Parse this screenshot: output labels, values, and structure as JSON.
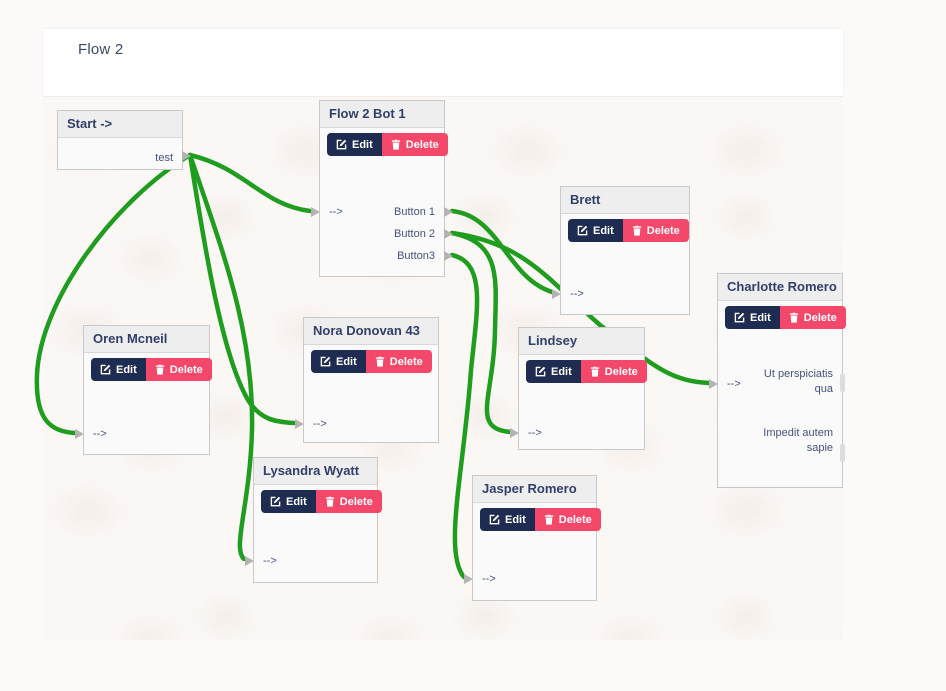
{
  "page": {
    "title": "Flow 2"
  },
  "labels": {
    "edit": "Edit",
    "delete": "Delete"
  },
  "colors": {
    "edge_green": "#1f9d1f",
    "edit_button": "#1f2c51",
    "delete_button": "#f4486b",
    "node_title_text": "#303f6b",
    "node_label_text": "#44527c",
    "canvas_background": "#faf7f5",
    "connector_gray": "#b3b3b3"
  },
  "nodes": {
    "start": {
      "title": "Start ->",
      "output": "test"
    },
    "bot": {
      "title": "Flow 2 Bot 1",
      "input": "-->",
      "outputs": [
        "Button 1",
        "Button 2",
        "Button3"
      ]
    },
    "brett": {
      "title": "Brett",
      "input": "-->"
    },
    "charlotte": {
      "title": "Charlotte Romero",
      "input": "-->",
      "outputs": [
        "Ut perspiciatis qua",
        "Impedit autem sapie"
      ]
    },
    "oren": {
      "title": "Oren Mcneil",
      "input": "-->"
    },
    "nora": {
      "title": "Nora Donovan 43",
      "input": "-->"
    },
    "lindsey": {
      "title": "Lindsey",
      "input": "-->"
    },
    "lysandra": {
      "title": "Lysandra Wyatt",
      "input": "-->"
    },
    "jasper": {
      "title": "Jasper Romero",
      "input": "-->"
    }
  },
  "edges": [
    {
      "from": "start.test",
      "to": "bot.input"
    },
    {
      "from": "start.test",
      "to": "oren.input"
    },
    {
      "from": "start.test",
      "to": "nora.input"
    },
    {
      "from": "start.test",
      "to": "lysandra.input"
    },
    {
      "from": "bot.Button 1",
      "to": "brett.input"
    },
    {
      "from": "bot.Button 2",
      "to": "charlotte.input"
    },
    {
      "from": "bot.Button 2",
      "to": "lindsey.input"
    },
    {
      "from": "bot.Button3",
      "to": "jasper.input"
    }
  ]
}
